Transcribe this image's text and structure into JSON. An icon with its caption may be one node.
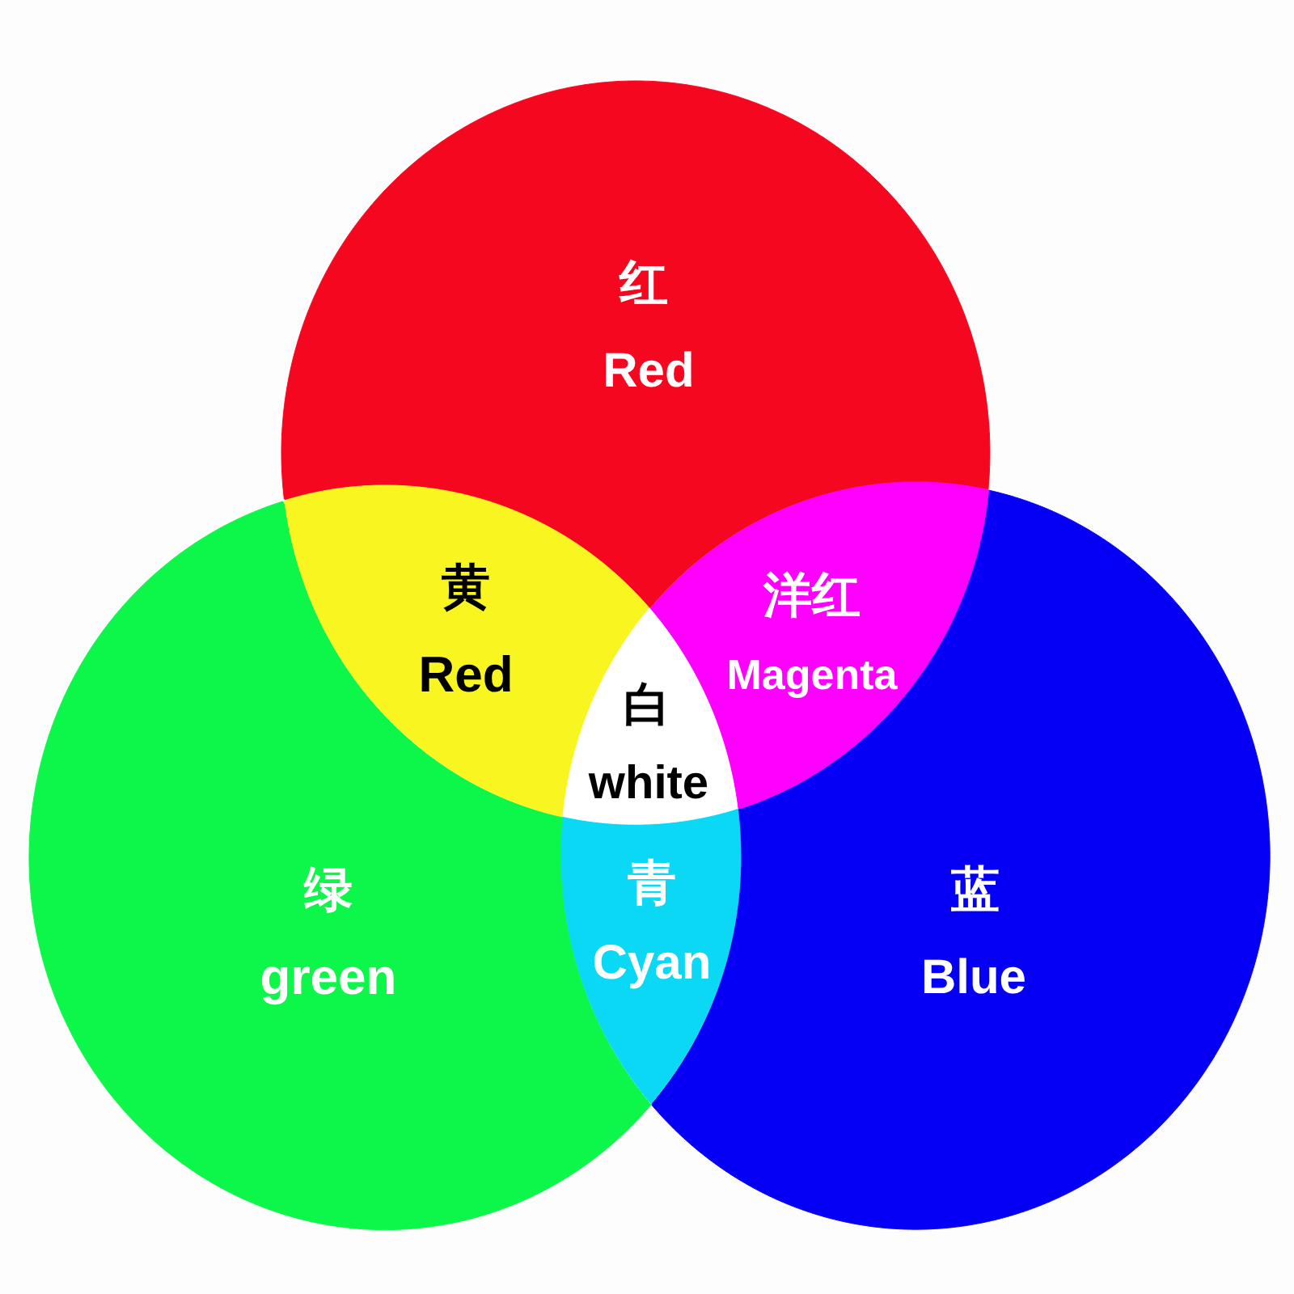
{
  "diagram": {
    "nodes": [
      {
        "text": [
          "红",
          "Red"
        ]
      },
      {
        "text": [
          "黄",
          "Red"
        ]
      },
      {
        "text": [
          "洋红",
          "Magenta"
        ]
      },
      {
        "text": [
          "白",
          "white"
        ]
      },
      {
        "text": [
          "绿",
          "green"
        ]
      },
      {
        "text": [
          "青",
          "Cyan"
        ]
      },
      {
        "text": [
          "蓝",
          "Blue"
        ]
      }
    ]
  }
}
